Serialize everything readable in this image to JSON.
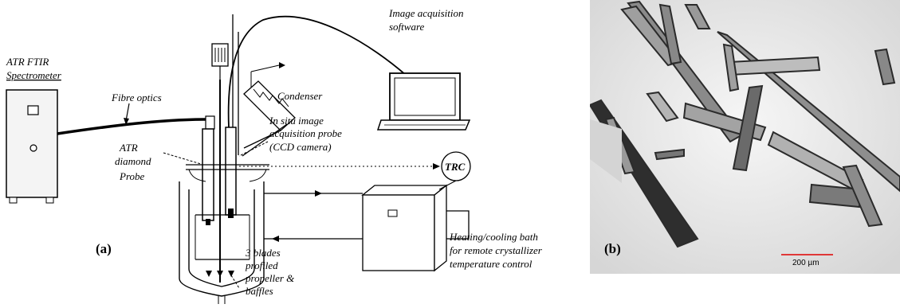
{
  "diagram": {
    "labels": {
      "spectrometer_line1": "ATR FTIR",
      "spectrometer_line2": "Spectrometer",
      "fibre_optics": "Fibre optics",
      "atr_line1": "ATR",
      "atr_line2": "diamond",
      "atr_line3": "Probe",
      "condenser": "Condenser",
      "software_line1": "Image acquisition",
      "software_line2": "software",
      "probe_line1": "In situ image",
      "probe_line2": "acquisition probe",
      "probe_line3": "(CCD camera)",
      "trc": "TRC",
      "bath_line1": "Heating/cooling bath",
      "bath_line2": "for remote crystallizer",
      "bath_line3": "temperature control",
      "impeller_line1": "3 blades",
      "impeller_line2": "profiled",
      "impeller_line3": "propeller &",
      "impeller_line4": "baffles"
    },
    "panel_label": "(a)"
  },
  "micrograph": {
    "panel_label": "(b)",
    "scale_bar_label": "200 µm",
    "scale_bar_color": "#e00000"
  }
}
